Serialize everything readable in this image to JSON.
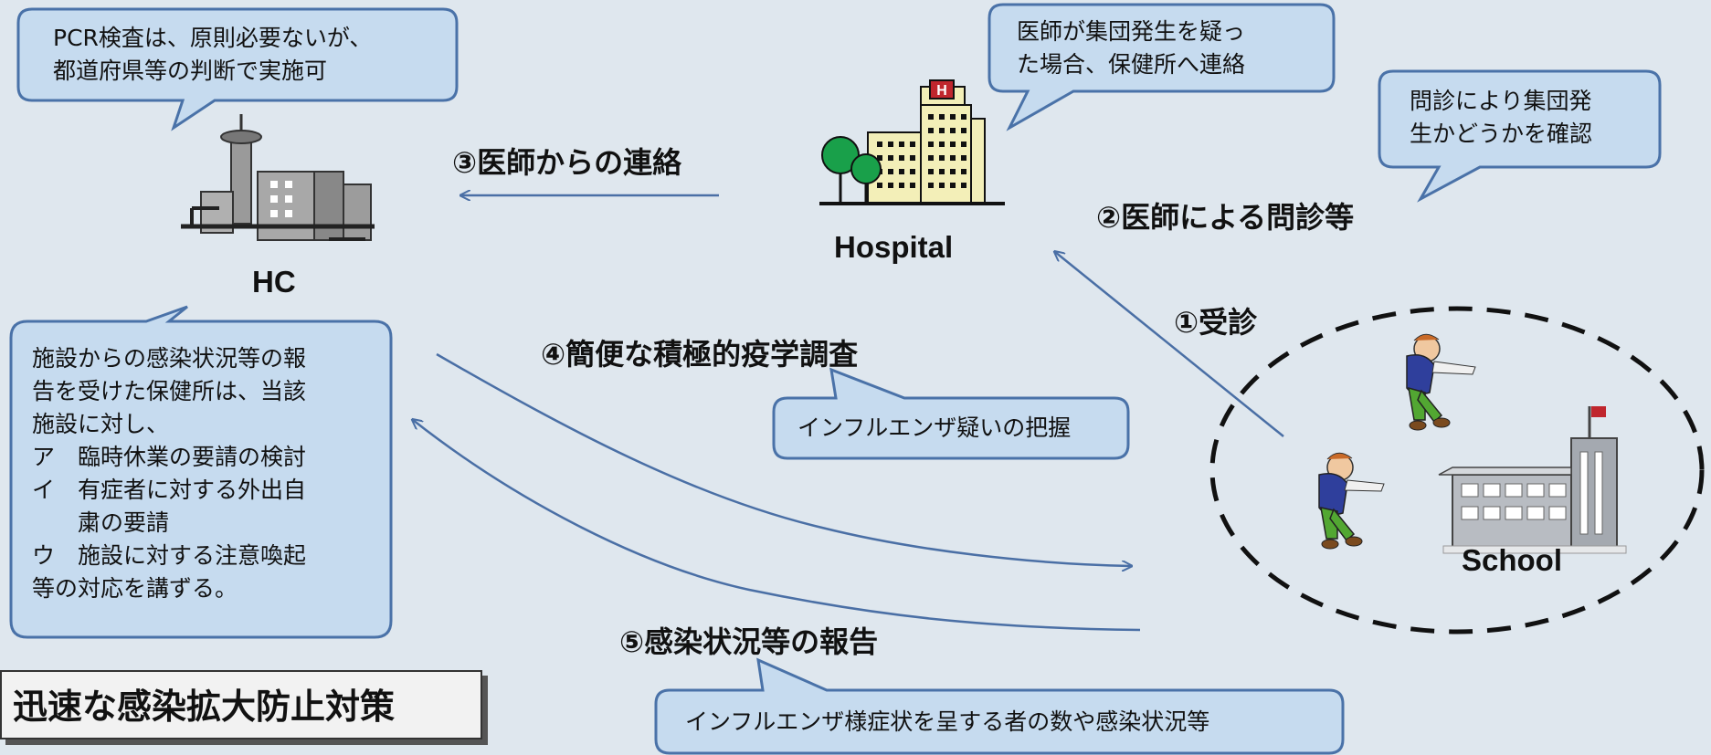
{
  "labels": {
    "hc": "HC",
    "hospital": "Hospital",
    "school": "School"
  },
  "steps": {
    "s1": "①受診",
    "s2": "②医師による問診等",
    "s3": "③医師からの連絡",
    "s4": "④簡便な積極的疫学調査",
    "s5": "⑤感染状況等の報告"
  },
  "bubbles": {
    "pcr": [
      "PCR検査は、原則必要ないが、",
      "都道府県等の判断で実施可"
    ],
    "doctor_suspect": [
      "医師が集団発生を疑っ",
      "た場合、保健所へ連絡"
    ],
    "interview": [
      "問診により集団発",
      "生かどうかを確認"
    ],
    "influenza_grasp": "インフルエンザ疑いの把握",
    "influenza_count": "インフルエンザ様症状を呈する者の数や感染状況等"
  },
  "hc_action": {
    "lines": [
      "施設からの感染状況等の報",
      "告を受けた保健所は、当該",
      "施設に対し、",
      "ア　臨時休業の要請の検討",
      "イ　有症者に対する外出自",
      "　　粛の要請",
      "ウ　施設に対する注意喚起",
      "等の対応を講ずる。"
    ]
  },
  "title": "迅速な感染拡大防止対策",
  "colors": {
    "bubble_fill": "#c6dbef",
    "bubble_stroke": "#4a72a8",
    "arrow": "#4a6fa5",
    "hospital_fill": "#f3efb8",
    "tree_green": "#19a04a",
    "hc_gray": "#9a9a9a",
    "school_gray": "#b8bcc2",
    "flag_red": "#c0262d",
    "shirt_blue": "#2f3f9c",
    "pants_green": "#52a732"
  },
  "icons": [
    "hc-building-icon",
    "hospital-icon",
    "school-icon",
    "person-sneezing-icon"
  ]
}
